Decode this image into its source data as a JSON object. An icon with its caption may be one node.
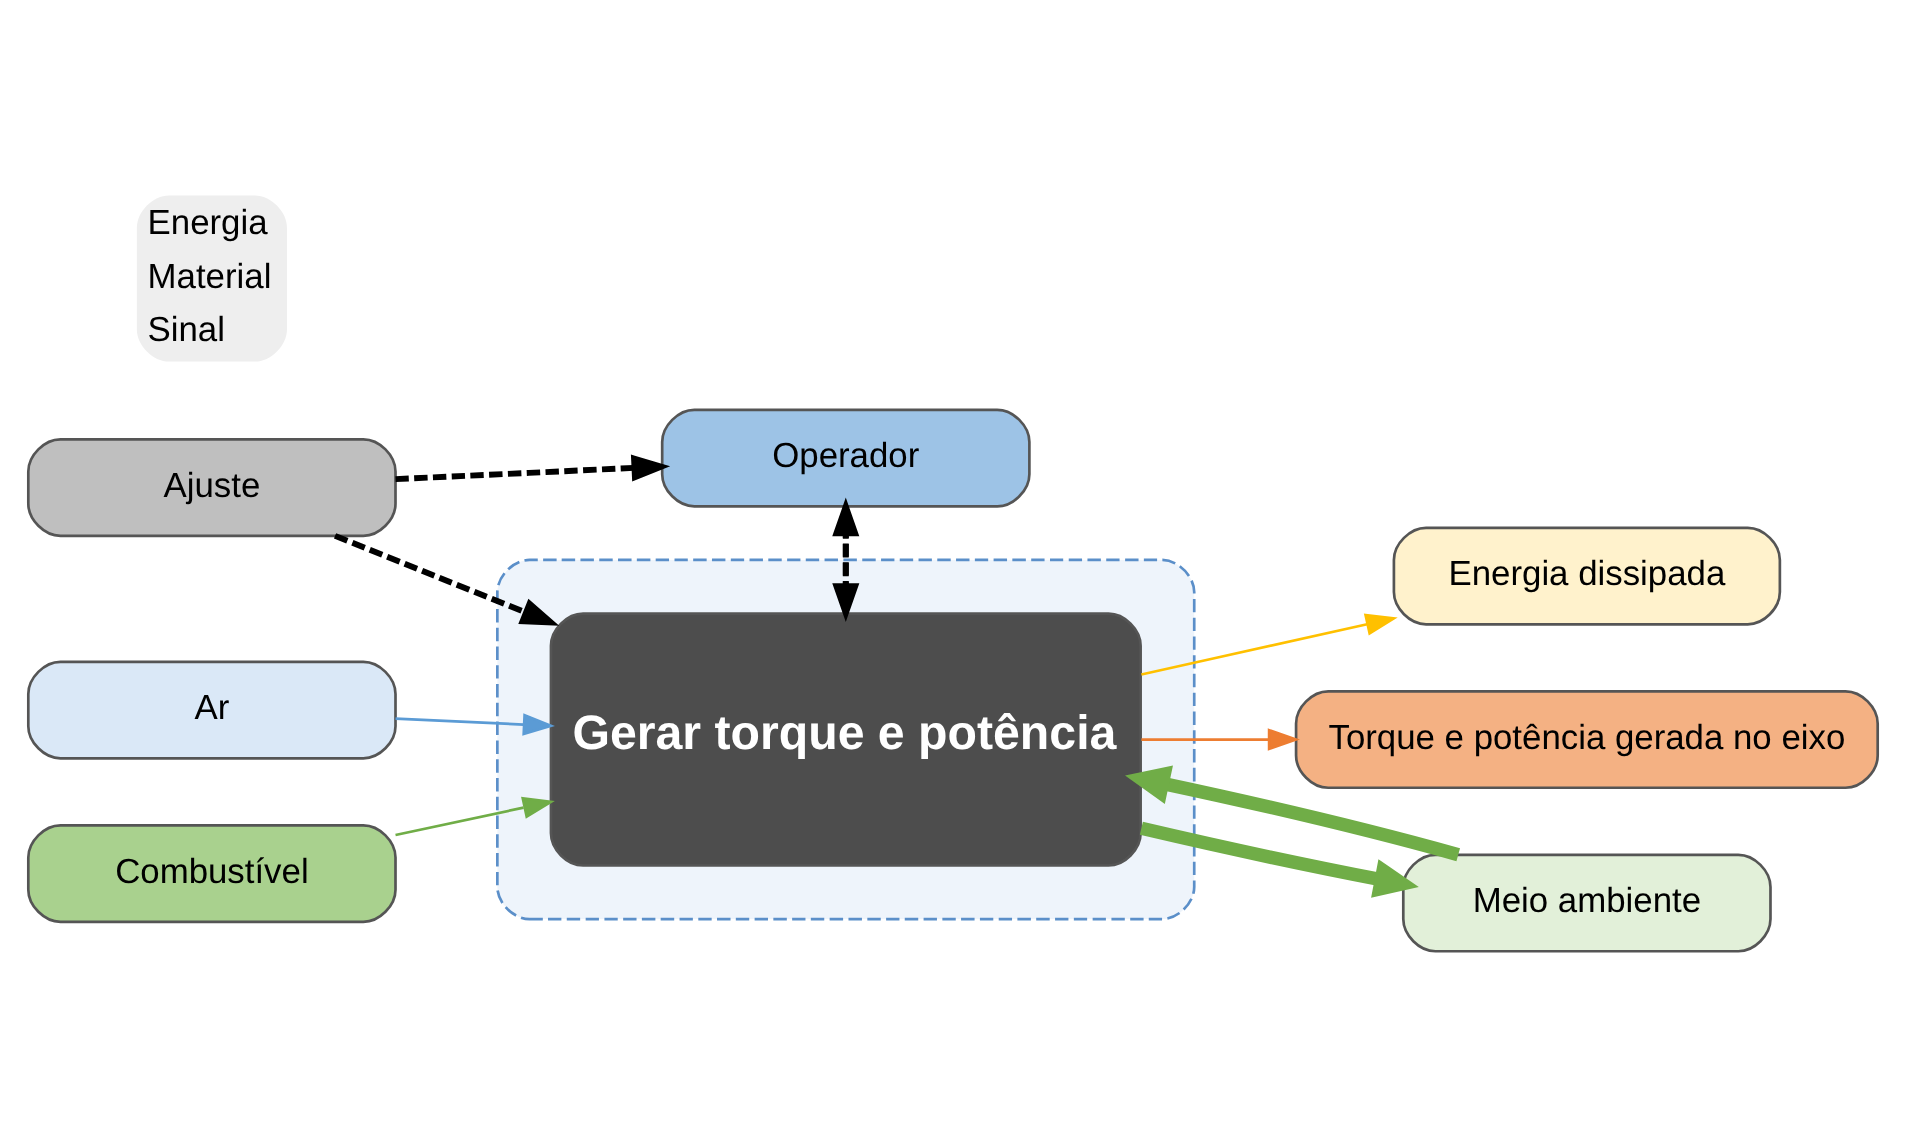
{
  "diagram": {
    "nodes": [
      {
        "text": [
          "Operador"
        ]
      },
      {
        "text": [],
        "shape": "box"
      },
      {
        "text": [
          "Gerar torque e potência"
        ],
        "in": 1
      },
      {
        "text": [
          "Ar"
        ]
      },
      {
        "text": [
          "Combustível"
        ]
      },
      {
        "text": [
          "Ajuste"
        ]
      },
      {
        "text": [
          "Energia dissipada"
        ]
      },
      {
        "text": [
          "Torque e potência gerada no eixo"
        ]
      },
      {
        "text": [
          "Meio ambiente"
        ]
      }
    ],
    "edges": [
      {
        "from": 5,
        "to": 0,
        "arrow": "to",
        "style": "dashed",
        "color": "#000000"
      },
      {
        "from": 2,
        "to": 0,
        "arrow": "to",
        "style": "dashed",
        "color": "#000000"
      },
      {
        "from": 0,
        "to": 2,
        "arrow": "to",
        "style": "dashed",
        "color": "#000000"
      },
      {
        "from": 3,
        "to": 2,
        "arrow": "to",
        "color": "#5b9bd5"
      },
      {
        "from": 4,
        "to": 2,
        "arrow": "to",
        "color": "#70ad47"
      },
      {
        "from": 5,
        "to": 2,
        "arrow": "to",
        "style": "dashed",
        "color": "#000000"
      },
      {
        "from": 2,
        "to": 6,
        "arrow": "to",
        "color": "#ffc000"
      },
      {
        "from": 2,
        "to": 7,
        "arrow": "to",
        "color": "#ed7d31"
      },
      {
        "from": 2,
        "to": 8,
        "arrow": "to",
        "style": "thick",
        "color": "#70ad47"
      },
      {
        "from": 8,
        "to": 2,
        "arrow": "to",
        "style": "thick",
        "color": "#70ad47"
      }
    ],
    "legend": [
      {
        "text": "Energia"
      },
      {
        "text": "Material"
      },
      {
        "text": "Sinal"
      }
    ]
  }
}
